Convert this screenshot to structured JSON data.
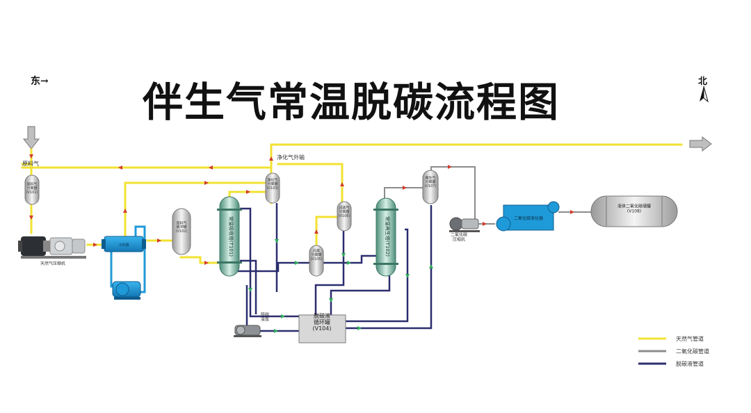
{
  "title": "伴生气常温脱碳流程图",
  "compass": {
    "east": "东→",
    "north": "北"
  },
  "colors": {
    "gas": "#f2e232",
    "co2": "#8c8c8c",
    "liquid": "#2b2d6e",
    "flow_arrow": "#d23c2c",
    "equipment_blue": "#1f9ad8",
    "vessel_gray": "#d9d9d9",
    "tower_green": "#7fb7a3"
  },
  "labels": {
    "feed_gas": "原料气",
    "purified_export": "净化气外输",
    "v101": "原料气\n分离器\n(V101)",
    "v102": "原料气\n缓冲罐\n(V102)",
    "t101": "常温吸收塔(T101)",
    "v103": "净化气\n分离器\n(V103)",
    "v105": "闪蒸\n分离罐\n(V105)",
    "v106": "闪蒸气\n分离器\n(V106)",
    "t102": "常温再生塔(T102)",
    "v107": "再生气\n分离器\n(V107)",
    "v104": "脱碳液\n循环罐\n(V104)",
    "gas_compressor": "天然气压缩机",
    "pump": "脱碳\n液泵",
    "co2_compressor": "二氧化碳\n压缩机",
    "liquefier": "二氧化碳液化器",
    "v108": "液体二氧化碳储罐\n(V108)",
    "cooler": "冷却器"
  },
  "legend": [
    {
      "label": "天然气管道",
      "color": "#f2e232"
    },
    {
      "label": "二氧化碳管道",
      "color": "#8c8c8c"
    },
    {
      "label": "脱碳液管道",
      "color": "#2b2d6e"
    }
  ]
}
